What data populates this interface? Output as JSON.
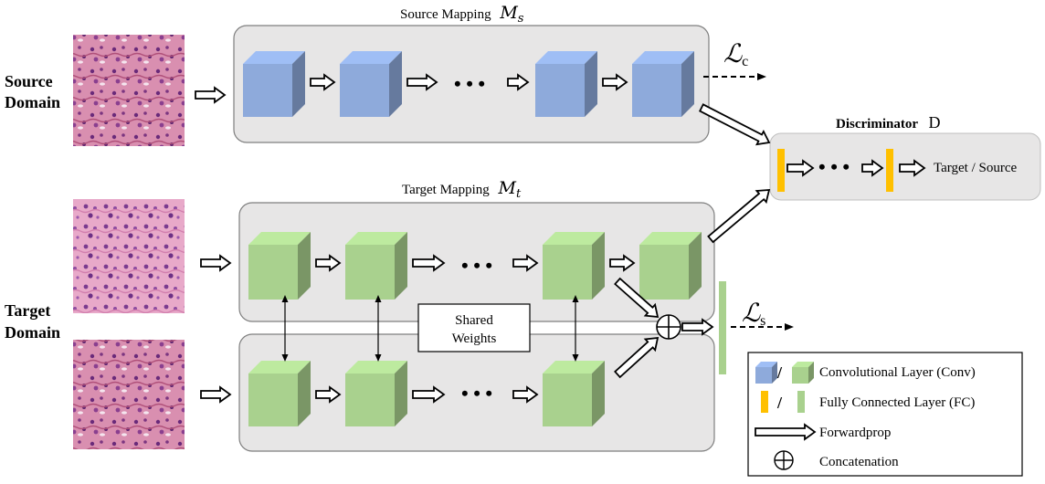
{
  "colors": {
    "conv_blue": "#8eaadb",
    "conv_green": "#a9d18e",
    "fc_yellow": "#ffc000",
    "fc_green": "#a9d18e",
    "panel_gray": "#e7e6e6"
  },
  "labels": {
    "source_domain_line1": "Source",
    "source_domain_line2": "Domain",
    "target_domain_line1": "Target",
    "target_domain_line2": "Domain",
    "source_mapping": "Source Mapping",
    "source_mapping_symbol": "M",
    "source_mapping_sub": "s",
    "target_mapping": "Target Mapping",
    "target_mapping_symbol": "M",
    "target_mapping_sub": "t",
    "discriminator": "Discriminator",
    "discriminator_symbol": "D",
    "disc_output": "Target / Source",
    "loss_c_symbol": "ℒ",
    "loss_c_sub": "c",
    "loss_s_symbol": "ℒ",
    "loss_s_sub": "s",
    "shared_weights_line1": "Shared",
    "shared_weights_line2": "Weights",
    "ellipsis": "• • •"
  },
  "legend": {
    "conv": "Convolutional Layer (Conv)",
    "fc": "Fully Connected Layer (FC)",
    "forward": "Forwardprop",
    "concat": "Concatenation",
    "slash": "/"
  },
  "icons": {
    "concat": "circle-plus-icon",
    "forward": "double-arrow-icon"
  }
}
